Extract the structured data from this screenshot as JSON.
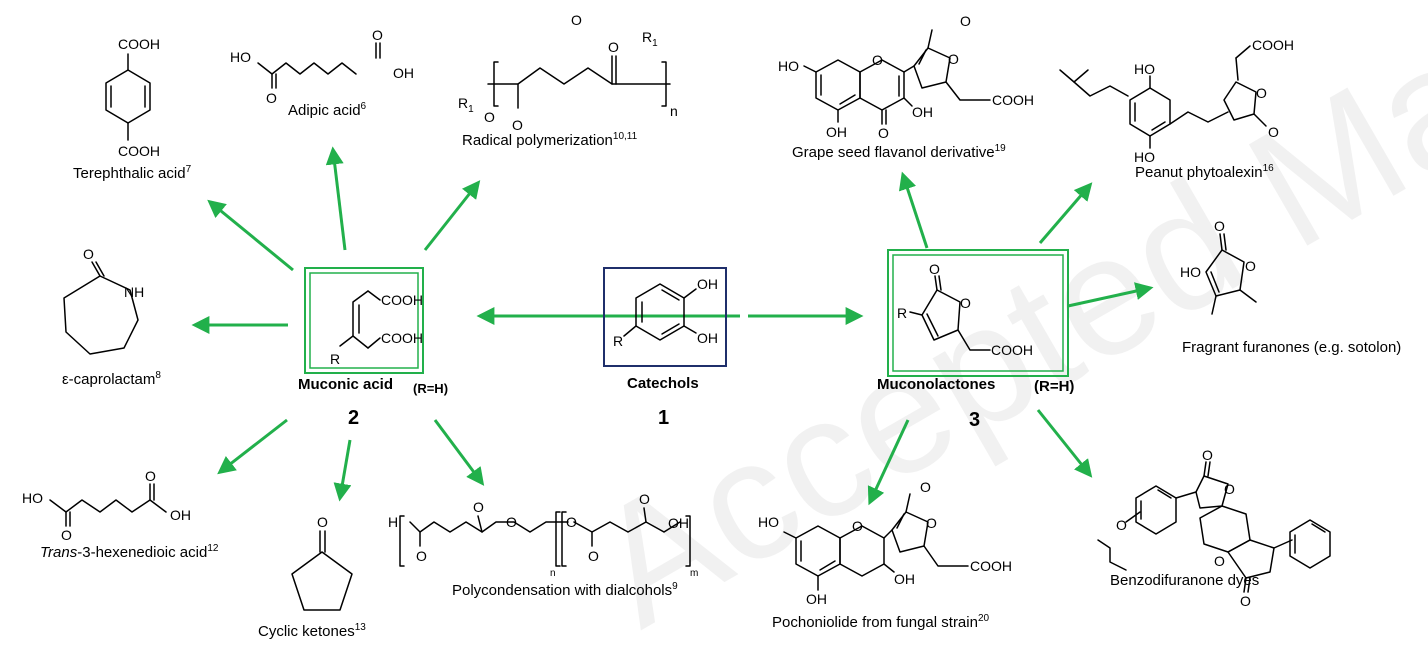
{
  "watermark": "Accepted Manuscript",
  "colors": {
    "arrow": "#22b04b",
    "muconic_box": "#22b04b",
    "muconolactone_box": "#22b04b",
    "catechol_box": "#1f2f6b"
  },
  "center": {
    "catechols": {
      "name": "Catechols",
      "number": "1",
      "atoms": {
        "oh1": "OH",
        "oh2": "OH",
        "r": "R"
      }
    },
    "muconic": {
      "name": "Muconic acid",
      "condition": "(R=H)",
      "number": "2",
      "atoms": {
        "cooh1": "COOH",
        "cooh2": "COOH",
        "r": "R"
      }
    },
    "muconolactones": {
      "name": "Muconolactones",
      "condition": "(R=H)",
      "number": "3",
      "atoms": {
        "o1": "O",
        "o2": "O",
        "r": "R",
        "cooh": "COOH"
      }
    }
  },
  "products": {
    "terephthalic": {
      "label": "Terephthalic acid",
      "ref": "7",
      "atoms": {
        "cooh_top": "COOH",
        "cooh_bottom": "COOH"
      }
    },
    "adipic": {
      "label": "Adipic acid",
      "ref": "6",
      "atoms": {
        "ho": "HO",
        "oh": "OH",
        "o1": "O",
        "o2": "O"
      }
    },
    "radical": {
      "label": "Radical polymerization",
      "ref": "10,11",
      "atoms": {
        "o1": "O",
        "o2": "O",
        "o3": "O",
        "o4": "O",
        "r1a": "R",
        "r1b": "R",
        "sub": "1",
        "n": "n"
      }
    },
    "caprolactam": {
      "label": "ε-caprolactam",
      "ref": "8",
      "atoms": {
        "o": "O",
        "nh": "NH"
      }
    },
    "hexenedioic": {
      "label_italic": "Trans",
      "label": "-3-hexenedioic acid",
      "ref": "12",
      "atoms": {
        "ho": "HO",
        "oh": "OH",
        "o1": "O",
        "o2": "O"
      }
    },
    "cyclic_ketones": {
      "label": "Cyclic ketones",
      "ref": "13",
      "atoms": {
        "o": "O"
      }
    },
    "polycondensation": {
      "label": "Polycondensation with dialcohols",
      "ref": "9",
      "atoms": {
        "h": "H",
        "oh": "OH",
        "o": "O",
        "n": "n",
        "m": "m"
      }
    },
    "grape": {
      "label": "Grape seed flavanol derivative",
      "ref": "19",
      "atoms": {
        "ho1": "HO",
        "oh1": "OH",
        "oh2": "OH",
        "o1": "O",
        "o2": "O",
        "o3": "O",
        "o4": "O",
        "cooh": "COOH"
      }
    },
    "peanut": {
      "label": "Peanut phytoalexin",
      "ref": "16",
      "atoms": {
        "ho1": "HO",
        "ho2": "HO",
        "cooh": "COOH",
        "o1": "O",
        "o2": "O"
      }
    },
    "furanones": {
      "label": "Fragrant furanones (e.g. sotolon)",
      "atoms": {
        "ho": "HO",
        "o1": "O",
        "o2": "O"
      }
    },
    "pochoniolide": {
      "label": "Pochoniolide from fungal strain",
      "ref": "20",
      "atoms": {
        "ho": "HO",
        "oh1": "OH",
        "oh2": "OH",
        "o1": "O",
        "o2": "O",
        "o3": "O",
        "cooh": "COOH"
      }
    },
    "benzodifuranone": {
      "label": "Benzodifuranone dyes",
      "atoms": {
        "o1": "O",
        "o2": "O",
        "o3": "O",
        "o4": "O",
        "o5": "O"
      }
    }
  }
}
